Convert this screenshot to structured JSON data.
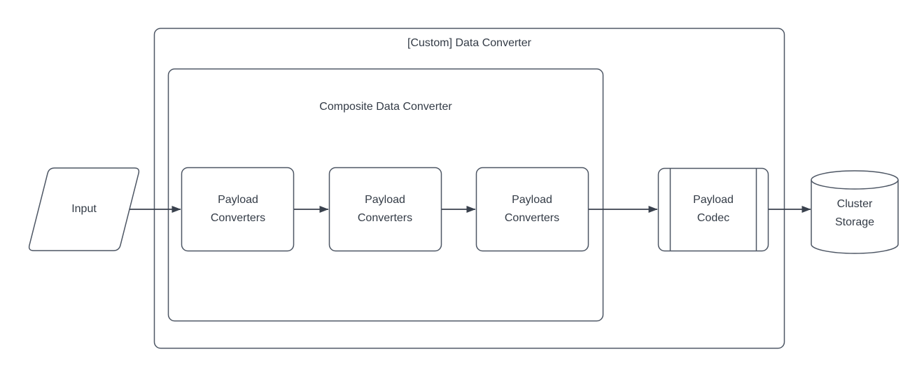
{
  "diagram": {
    "title": "[Custom] Data Converter",
    "colors": {
      "shape_stroke": "#4d5664",
      "arrow": "#39414d",
      "text": "#333b46",
      "background": "#ffffff"
    },
    "outer_container": {
      "label": "[Custom] Data Converter",
      "shape": "rounded-rectangle"
    },
    "composite_container": {
      "label": "Composite Data Converter",
      "shape": "rounded-rectangle"
    },
    "nodes": {
      "input": {
        "label": "Input",
        "shape": "parallelogram"
      },
      "payload_converters_1": {
        "label": "Payload Converters",
        "shape": "rounded-rectangle"
      },
      "payload_converters_2": {
        "label": "Payload Converters",
        "shape": "rounded-rectangle"
      },
      "payload_converters_3": {
        "label": "Payload Converters",
        "shape": "rounded-rectangle"
      },
      "payload_codec": {
        "label": "Payload Codec",
        "shape": "predefined-process"
      },
      "cluster_storage": {
        "label": "Cluster Storage",
        "shape": "cylinder"
      }
    },
    "edges": [
      {
        "from": "input",
        "to": "payload_converters_1"
      },
      {
        "from": "payload_converters_1",
        "to": "payload_converters_2"
      },
      {
        "from": "payload_converters_2",
        "to": "payload_converters_3"
      },
      {
        "from": "payload_converters_3",
        "to": "payload_codec"
      },
      {
        "from": "payload_codec",
        "to": "cluster_storage"
      }
    ]
  }
}
